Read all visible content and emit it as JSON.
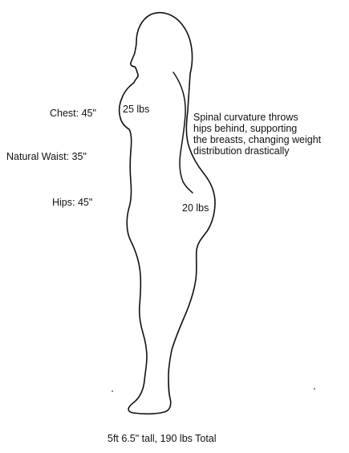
{
  "labels": {
    "chest": "Chest: 45\"",
    "waist": "Natural Waist: 35\"",
    "hips": "Hips: 45\"",
    "breast_weight": "25 lbs",
    "hip_weight": "20 lbs",
    "annotation": [
      "Spinal curvature throws",
      "hips behind, supporting",
      "the breasts, changing weight",
      "distribution drastically"
    ],
    "caption": "5ft 6.5\" tall, 190 lbs Total"
  },
  "colors": {
    "outline": "#111111",
    "background": "#ffffff"
  }
}
